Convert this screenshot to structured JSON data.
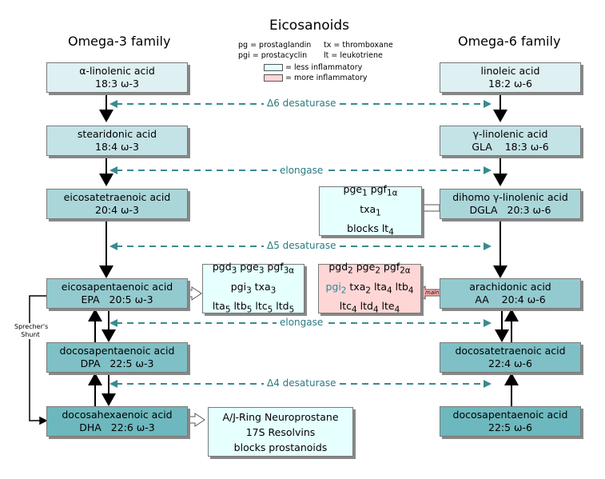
{
  "title": "Eicosanoids",
  "families": {
    "omega3": "Omega-3 family",
    "omega6": "Omega-6 family"
  },
  "legend": {
    "pg": "pg = prostaglandin",
    "tx": "tx = thromboxane",
    "pgi": "pgi = prostacyclin",
    "lt": "lt = leukotriene",
    "less": "= less inflammatory",
    "more": "= more inflammatory",
    "less_color": "#e6ffff",
    "more_color": "#ffd6d6"
  },
  "omega3": [
    {
      "name": "α-linolenic acid",
      "formula": "18:3 ω-3"
    },
    {
      "name": "stearidonic acid",
      "formula": "18:4 ω-3"
    },
    {
      "name": "eicosatetraenoic acid",
      "formula": "20:4 ω-3"
    },
    {
      "name": "eicosapentaenoic acid",
      "formula": "EPA   20:5 ω-3"
    },
    {
      "name": "docosapentaenoic acid",
      "formula": "DPA   22:5 ω-3"
    },
    {
      "name": "docosahexaenoic acid",
      "formula": "DHA   22:6 ω-3"
    }
  ],
  "omega6": [
    {
      "name": "linoleic acid",
      "formula": "18:2 ω-6"
    },
    {
      "name": "γ-linolenic acid",
      "formula": "GLA    18:3 ω-6"
    },
    {
      "name": "dihomo γ-linolenic acid",
      "formula": "DGLA   20:3 ω-6"
    },
    {
      "name": "arachidonic acid",
      "formula": "AA    20:4 ω-6"
    },
    {
      "name": "docosatetraenoic acid",
      "formula": "22:4 ω-6"
    },
    {
      "name": "docosapentaenoic acid",
      "formula": "22:5 ω-6"
    }
  ],
  "enzymes": [
    "Δ6 desaturase",
    "elongase",
    "Δ5 desaturase",
    "elongase",
    "Δ4 desaturase"
  ],
  "products": {
    "dgla": {
      "l1a": "pge",
      "l1a_sub": "1",
      "l1b": " pgf",
      "l1b_sub": "1α",
      "l2a": "txa",
      "l2a_sub": "1",
      "l3a": "blocks lt",
      "l3a_sub": "4"
    },
    "epa": {
      "l1a": "pgd",
      "l1a_sub": "3",
      "l1b": " pge",
      "l1b_sub": "3",
      "l1c": " pgf",
      "l1c_sub": "3α",
      "l2a": "pgi",
      "l2a_sub": "3",
      "l2b": " txa",
      "l2b_sub": "3",
      "l3a": "lta",
      "l3a_sub": "5",
      "l3b": " ltb",
      "l3b_sub": "5",
      "l3c": " ltc",
      "l3c_sub": "5",
      "l3d": " ltd",
      "l3d_sub": "5"
    },
    "aa": {
      "l1a": "pgd",
      "l1a_sub": "2",
      "l1b": " pge",
      "l1b_sub": "2",
      "l1c": " pgf",
      "l1c_sub": "2α",
      "l2a": "pgi",
      "l2a_sub": "2",
      "l2b": " txa",
      "l2b_sub": "2",
      "l2c": " lta",
      "l2c_sub": "4",
      "l2d": " ltb",
      "l2d_sub": "4",
      "l3a": "ltc",
      "l3a_sub": "4",
      "l3b": " ltd",
      "l3b_sub": "4",
      "l3c": " lte",
      "l3c_sub": "4",
      "main": "main"
    },
    "dha": {
      "l1": "A/J-Ring Neuroprostane",
      "l2": "17S Resolvins",
      "l3": "blocks prostanoids"
    }
  },
  "shunt": {
    "line1": "Sprecher's",
    "line2": "Shunt"
  }
}
